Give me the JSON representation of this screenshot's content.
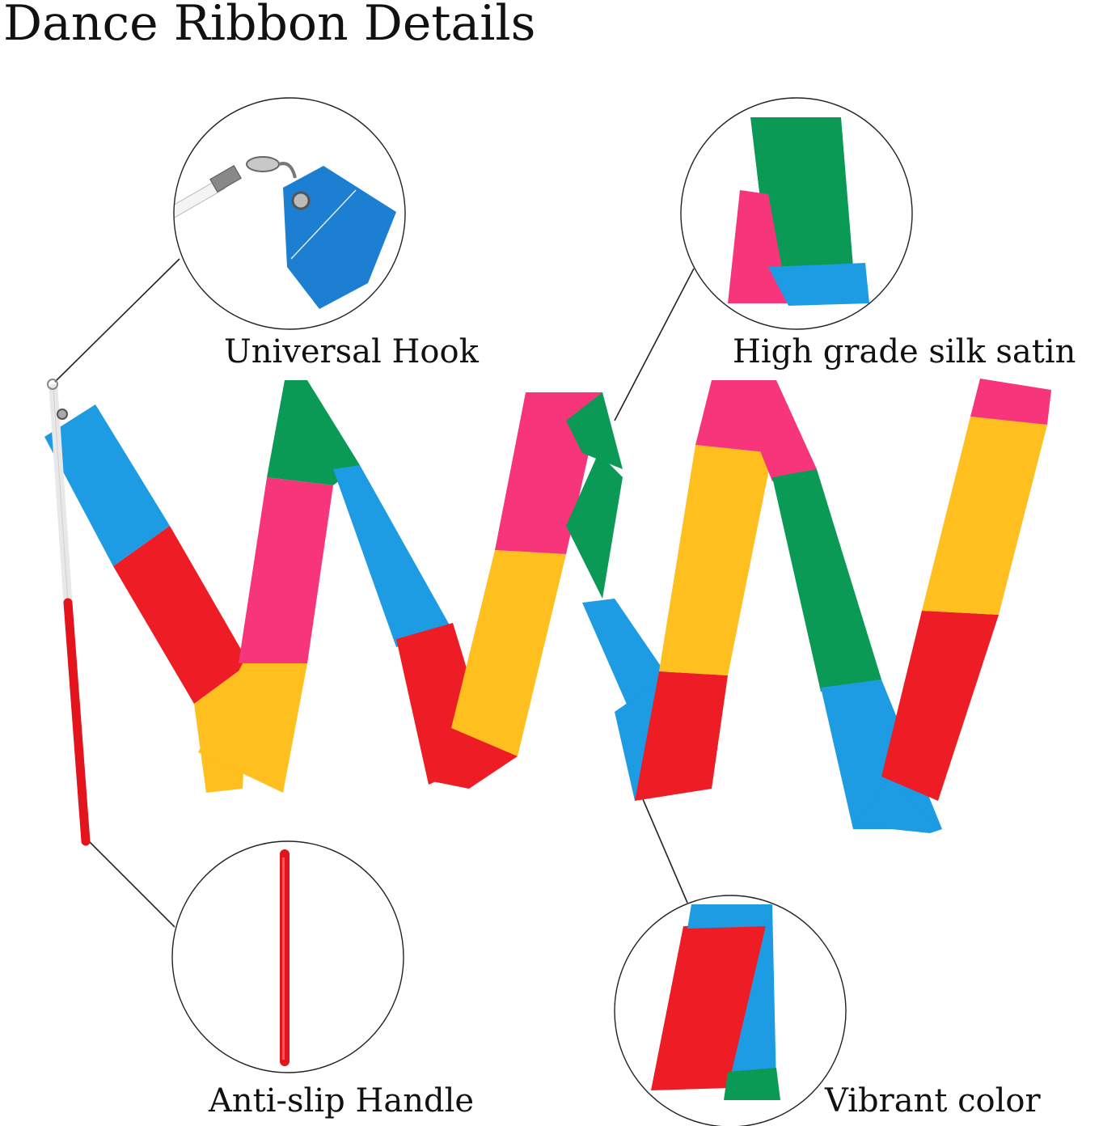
{
  "title": "Dance Ribbon Details",
  "callouts": {
    "hook": "Universal Hook",
    "satin": "High grade silk satin",
    "handle": "Anti-slip Handle",
    "color": "Vibrant color"
  },
  "colors": {
    "blue": "#1d9be3",
    "red": "#ee1c24",
    "yellow": "#ffbf1f",
    "pink": "#f6357a",
    "green": "#0a9a55",
    "stick_white": "#f2f2f2",
    "handle_red": "#e3141b",
    "line": "#222222"
  },
  "icons": [
    "hook-swivel-icon",
    "ribbon-handle-icon"
  ]
}
